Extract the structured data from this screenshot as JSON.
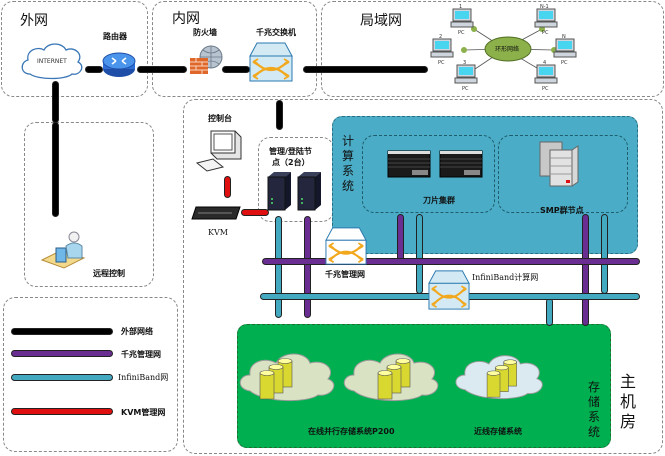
{
  "zones": {
    "external": "外网",
    "internal": "内网",
    "lan": "局域网",
    "compute": "计算系统",
    "storage": "存储系统",
    "main_room": "主机房"
  },
  "nodes": {
    "internet": "INTERNET",
    "router": "路由器",
    "firewall": "防火墙",
    "gigabit_switch": "千兆交换机",
    "ring_network": "环形网络",
    "console": "控制台",
    "kvm": "KVM",
    "mgmt_nodes": "管理/登陆节点（2台）",
    "mgmt_nodes_line1": "管理/登陆节",
    "mgmt_nodes_line2": "点（2台）",
    "blade_cluster": "刀片集群",
    "smp_nodes": "SMP群节点",
    "gigabit_mgmt_net": "千兆管理网",
    "infiniband_net": "InfiniBand计算网",
    "online_storage": "在线并行存储系统P200",
    "nearline_storage": "近线存储系统",
    "remote_control": "远程控制"
  },
  "lan_pcs": [
    {
      "id": "1",
      "label": "PC"
    },
    {
      "id": "2",
      "label": "PC"
    },
    {
      "id": "3",
      "label": "PC"
    },
    {
      "id": "4",
      "label": "PC"
    },
    {
      "id": "N",
      "label": "PC"
    },
    {
      "id": "N-1",
      "label": "PC"
    }
  ],
  "legend": [
    {
      "label": "外部网络",
      "color": "#000000"
    },
    {
      "label": "千兆管理网",
      "color": "#6a2d91"
    },
    {
      "label": "InfiniBand网",
      "color": "#43a9c1"
    },
    {
      "label": "KVM管理网",
      "color": "#e01010"
    }
  ],
  "colors": {
    "compute_bg": "#4aacc6",
    "storage_bg": "#00b050",
    "external_line": "#000000",
    "gigabit_line": "#6a2d91",
    "infiniband_line": "#43a9c1",
    "kvm_line": "#e01010"
  }
}
